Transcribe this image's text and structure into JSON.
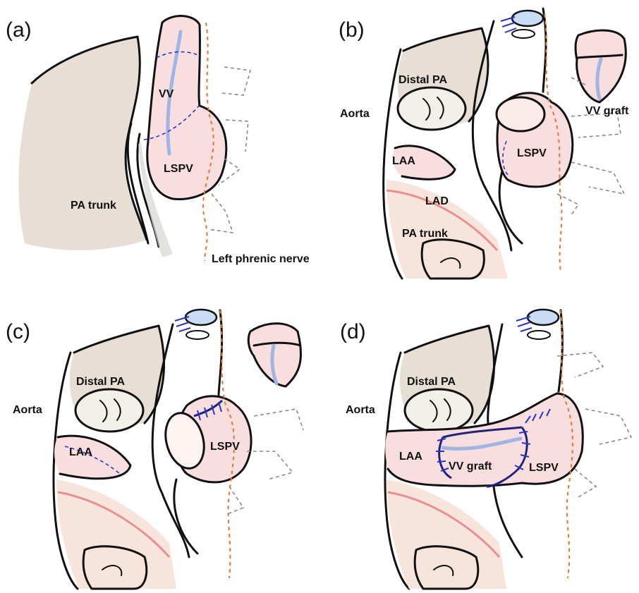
{
  "panels": {
    "a": {
      "letter": "(a)",
      "labels": {
        "vv": "VV",
        "lspv": "LSPV",
        "pa_trunk": "PA trunk",
        "phrenic": "Left phrenic nerve"
      }
    },
    "b": {
      "letter": "(b)",
      "labels": {
        "distal_pa": "Distal PA",
        "aorta": "Aorta",
        "vv_graft": "VV graft",
        "laa": "LAA",
        "lspv": "LSPV",
        "lad": "LAD",
        "pa_trunk": "PA trunk"
      }
    },
    "c": {
      "letter": "(c)",
      "labels": {
        "distal_pa": "Distal PA",
        "aorta": "Aorta",
        "laa": "LAA",
        "lspv": "LSPV"
      }
    },
    "d": {
      "letter": "(d)",
      "labels": {
        "distal_pa": "Distal PA",
        "aorta": "Aorta",
        "laa": "LAA",
        "vv_graft": "VV graft",
        "lspv": "LSPV"
      }
    }
  },
  "colors": {
    "vessel_pink": "#f8dede",
    "pa_beige": "#e7dfd6",
    "nerve_orange": "#e8742a",
    "suture_blue": "#1f237a",
    "graft_line_blue": "#9fb6e4"
  }
}
